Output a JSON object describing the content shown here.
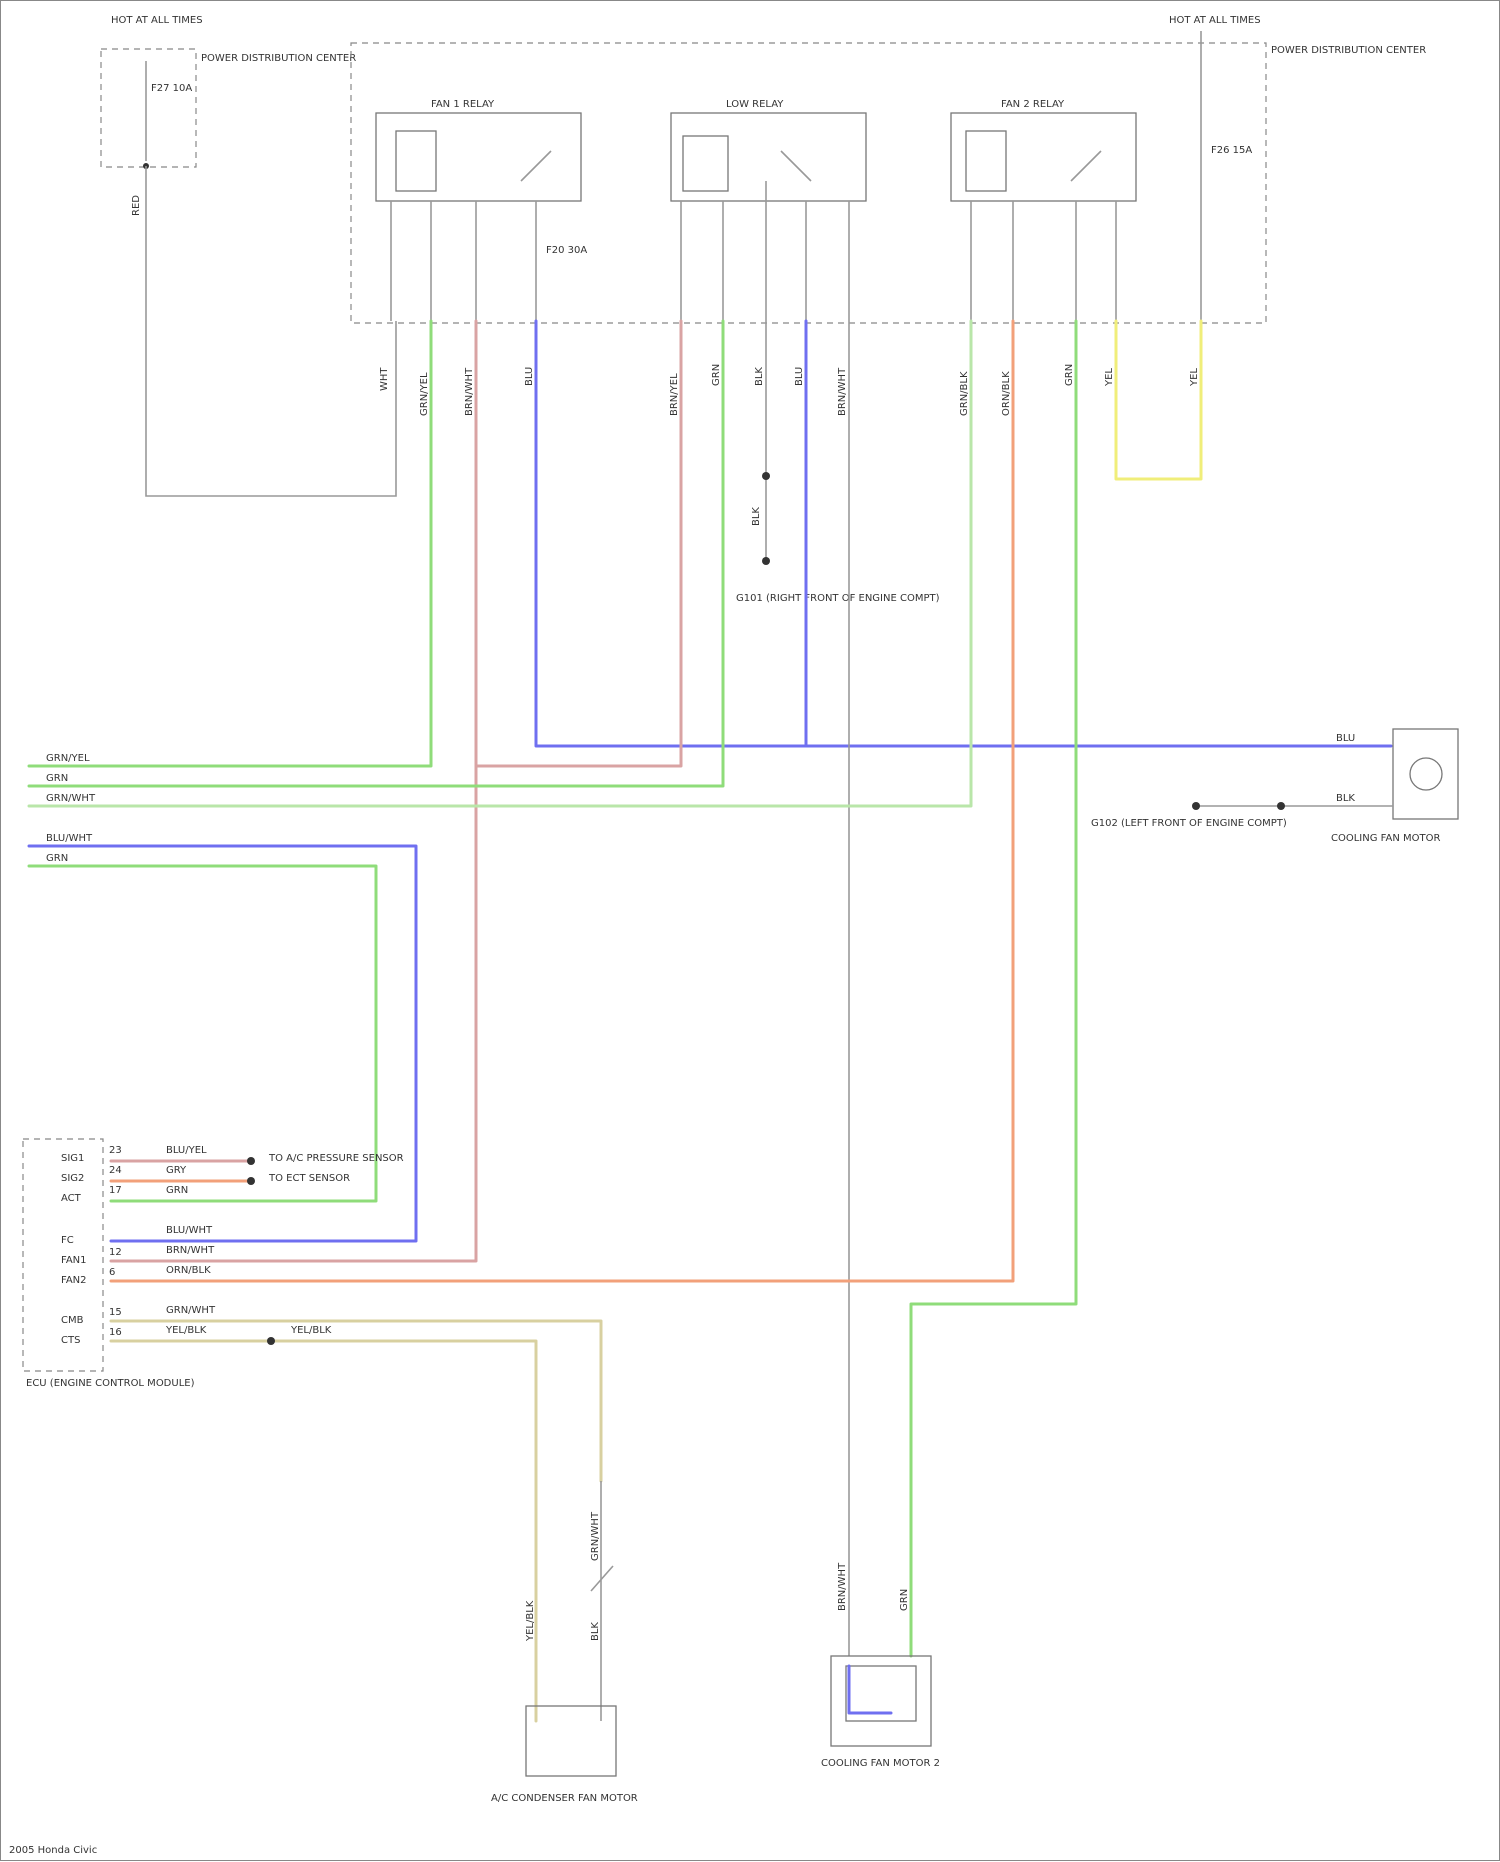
{
  "colors": {
    "green": "#8fdc7a",
    "blue": "#6f6ff0",
    "pink": "#d9a3a3",
    "orange": "#f2a07a",
    "gray": "#b0b0b0",
    "yellow": "#f0ee7a",
    "ltgreen": "#b9e6a9",
    "tan": "#d8d0a0",
    "black": "#333333"
  },
  "fuse_blocks": {
    "left_title": "HOT AT ALL TIMES",
    "left_fuse": "F27 10A",
    "left_desc": "POWER DISTRIBUTION CENTER",
    "right_title": "HOT AT ALL TIMES",
    "right_fuse": "F26 15A",
    "right_desc": "POWER DISTRIBUTION CENTER"
  },
  "relays": {
    "r1": "FAN 1 RELAY",
    "r2": "LOW RELAY",
    "r3": "FAN 2 RELAY",
    "r1_fuse": "F20 30A"
  },
  "wire_labels": {
    "top_red": "RED",
    "col1": "WHT",
    "col2": "GRN/YEL",
    "col3": "BRN/WHT",
    "col4": "BLU",
    "col5": "BRN/YEL",
    "col6": "GRN",
    "col7": "BLK",
    "col8": "BLU",
    "col9": "BRN/WHT",
    "col10": "GRN/BLK",
    "col11": "ORN/BLK",
    "col12": "GRN",
    "col13": "YEL",
    "col14": "YEL"
  },
  "ground": {
    "wire": "BLK",
    "label": "G101 (RIGHT FRONT OF ENGINE COMPT)"
  },
  "left_bundle": {
    "a1": "GRN/YEL",
    "a2": "GRN",
    "a3": "GRN/WHT",
    "b1": "BLU/WHT",
    "b2": "GRN"
  },
  "fan_motor": {
    "wire_in": "BLU",
    "wire_gnd": "BLK",
    "ground_label": "G102 (LEFT FRONT OF ENGINE COMPT)",
    "label": "COOLING FAN MOTOR"
  },
  "ecm": {
    "pins": [
      "SIG1",
      "SIG2",
      "ACT",
      "FC",
      "FAN1",
      "FAN2",
      "CMB",
      "CTS"
    ],
    "pin_nums": [
      "23",
      "24",
      "17",
      "",
      "12",
      "6",
      "15",
      "16"
    ],
    "wires": [
      "BLU/YEL",
      "GRY",
      "GRN",
      "BLU/WHT",
      "BRN/WHT",
      "ORN/BLK",
      "GRN/WHT",
      "YEL/BLK",
      "YEL/BLK"
    ],
    "dest1": "TO A/C PRESSURE SENSOR",
    "dest2": "TO ECT SENSOR",
    "label": "ECU (ENGINE CONTROL MODULE)"
  },
  "bottom_left": {
    "wire_l": "YEL/BLK",
    "wire_r": "GRN/WHT",
    "wire_mid": "BLK",
    "label": "A/C CONDENSER FAN MOTOR"
  },
  "bottom_right": {
    "wire_l": "BRN/WHT",
    "wire_r": "GRN",
    "label": "COOLING FAN MOTOR 2"
  },
  "footer": "2005 Honda Civic"
}
